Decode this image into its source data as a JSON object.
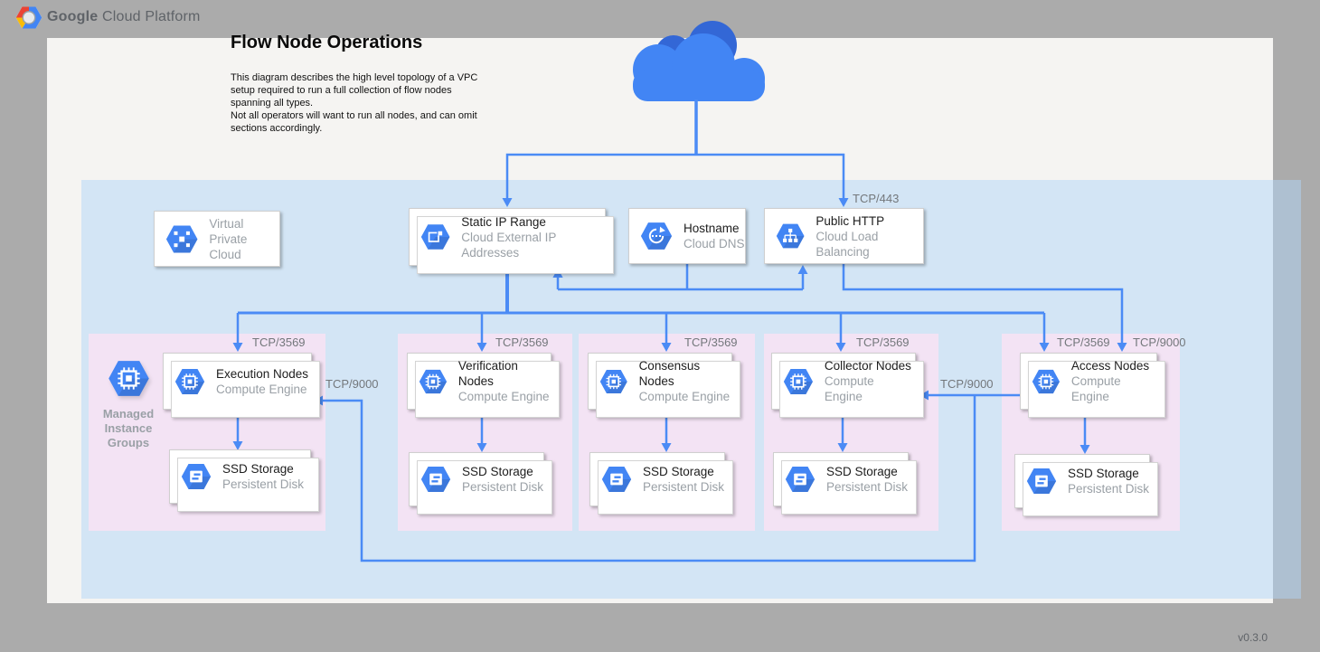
{
  "header": {
    "brand_bold": "Google",
    "brand_rest": "Cloud Platform"
  },
  "page": {
    "title": "Flow Node Operations",
    "description_1": "This diagram describes the high level topology of a VPC setup required to run a full collection of flow nodes spanning all types.",
    "description_2": "Not all operators will want to run all nodes, and can omit sections accordingly.",
    "version": "v0.3.0"
  },
  "ports": {
    "https": "TCP/443",
    "flow": "TCP/3569",
    "access": "TCP/9000"
  },
  "vpc_card": {
    "line1": "Virtual",
    "line2": "Private Cloud"
  },
  "top_cards": {
    "static_ip": {
      "title": "Static IP Range",
      "subtitle": "Cloud External IP Addresses"
    },
    "hostname": {
      "title": "Hostname",
      "subtitle": "Cloud DNS"
    },
    "public_http": {
      "title": "Public HTTP",
      "subtitle": "Cloud Load Balancing"
    }
  },
  "mig": {
    "line1": "Managed",
    "line2": "Instance",
    "line3": "Groups"
  },
  "sections": [
    {
      "name": "execution",
      "compute_title": "Execution Nodes",
      "compute_subtitle": "Compute Engine",
      "storage_title": "SSD Storage",
      "storage_subtitle": "Persistent Disk"
    },
    {
      "name": "verification",
      "compute_title": "Verification Nodes",
      "compute_subtitle": "Compute Engine",
      "storage_title": "SSD Storage",
      "storage_subtitle": "Persistent Disk"
    },
    {
      "name": "consensus",
      "compute_title": "Consensus Nodes",
      "compute_subtitle": "Compute Engine",
      "storage_title": "SSD Storage",
      "storage_subtitle": "Persistent Disk"
    },
    {
      "name": "collector",
      "compute_title": "Collector Nodes",
      "compute_subtitle": "Compute Engine",
      "storage_title": "SSD Storage",
      "storage_subtitle": "Persistent Disk"
    },
    {
      "name": "access",
      "compute_title": "Access Nodes",
      "compute_subtitle": "Compute Engine",
      "storage_title": "SSD Storage",
      "storage_subtitle": "Persistent Disk"
    }
  ],
  "colors": {
    "accent_blue": "#4285f4",
    "line_blue": "#4b8bf5",
    "dark_blue": "#3367d6",
    "vpc_fill": "#ddeaf8",
    "section_fill": "#f3e3f4",
    "background_gray": "#ababab"
  }
}
